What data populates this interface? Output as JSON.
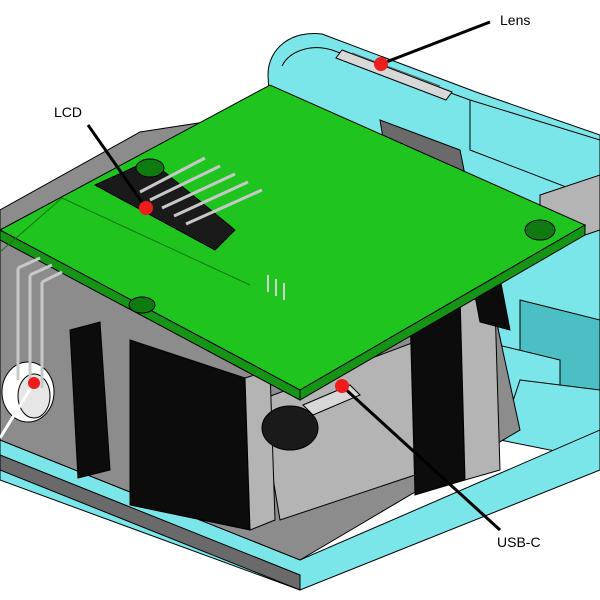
{
  "labels": {
    "lens": "Lens",
    "lcd": "LCD",
    "usb_c": "USB-C"
  },
  "icons": {
    "callout-marker": "red-dot-icon",
    "mounting-hole": "circle-hole-icon"
  },
  "colors": {
    "pcb_green": "#1fc41f",
    "pcb_green_dark": "#159415",
    "enclosure_cyan": "#7ae6ea",
    "enclosure_cyan_dark": "#4bbfc4",
    "base_gray": "#8c8c8c",
    "base_gray_light": "#b4b4b4",
    "wall_black": "#0c0c0c",
    "marker_red": "#ee1c1c",
    "line_black": "#000000"
  }
}
